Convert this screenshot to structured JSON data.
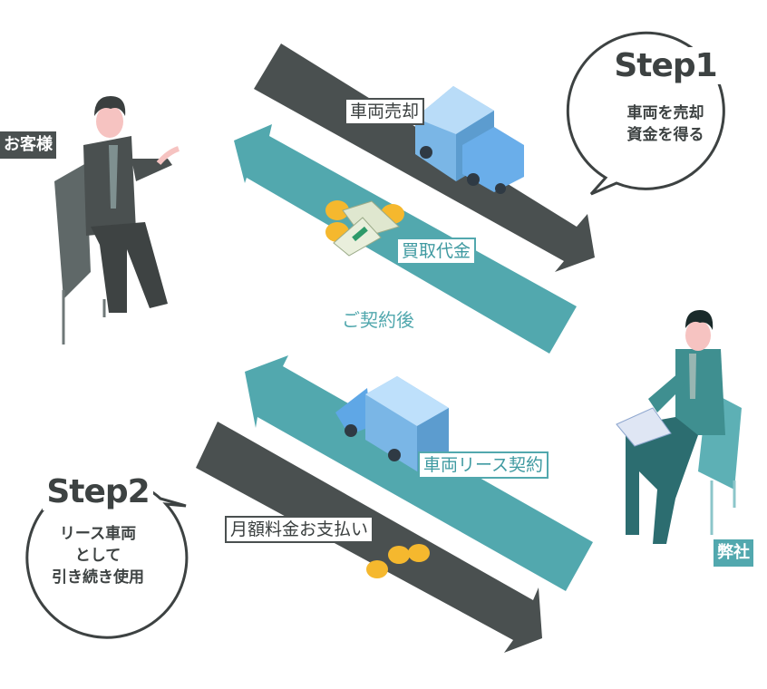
{
  "customer_label": "お客様",
  "company_label": "弊社",
  "step1": {
    "title": "Step1",
    "lines": [
      "車両を売却",
      "資金を得る"
    ]
  },
  "step2": {
    "title": "Step2",
    "lines": [
      "リース車両",
      "として",
      "引き続き使用"
    ]
  },
  "arrows": {
    "vehicle_sale": "車両売却",
    "purchase_price": "買取代金",
    "after_contract": "ご契約後",
    "vehicle_lease": "車両リース契約",
    "monthly_payment": "月額料金お支払い"
  },
  "colors": {
    "dark": "#4a5050",
    "teal": "#52a8ae",
    "truck": "#6fb0e4",
    "coin": "#f5b82e"
  }
}
